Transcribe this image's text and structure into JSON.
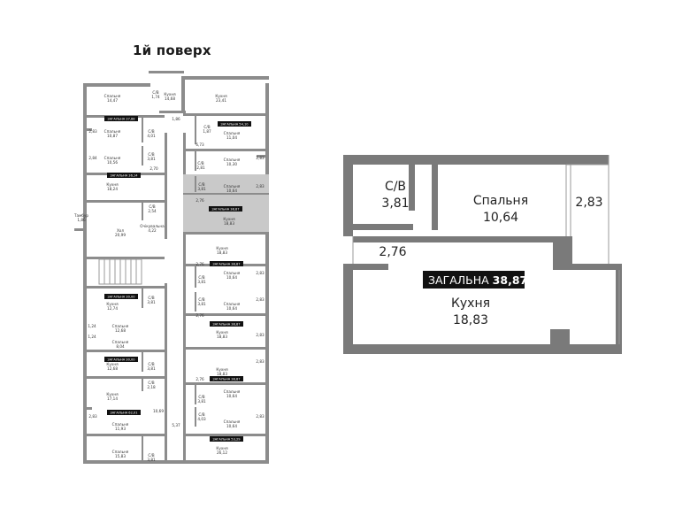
{
  "floor_title": "1й поверх",
  "detail": {
    "sv_label": "С/В",
    "sv_area": "3,81",
    "bedroom_label": "Спальня",
    "bedroom_area": "10,64",
    "balcony_dim": "2,83",
    "corridor_dim": "2,76",
    "total_label": "ЗАГАЛЬНА",
    "total_value": "38,87",
    "kitchen_label": "Кухня",
    "kitchen_area": "18,83"
  },
  "plan": {
    "rooms": [
      {
        "name": "Спальня",
        "area": "14,47"
      },
      {
        "name": "С/В",
        "area": "1,74"
      },
      {
        "name": "Кухня",
        "area": "14,68"
      },
      {
        "name": "Кухня",
        "area": "23,41"
      },
      {
        "name": "Спальня",
        "area": "10,87"
      },
      {
        "name": "С/В",
        "area": "4,01"
      },
      {
        "name": "С/В",
        "area": "1,87"
      },
      {
        "name": "Спальня",
        "area": "11,04"
      },
      {
        "name": "Спальня",
        "area": "10,56"
      },
      {
        "name": "С/В",
        "area": "3,81"
      },
      {
        "name": "С/В",
        "area": "2,81"
      },
      {
        "name": "Спальня",
        "area": "10,30"
      },
      {
        "name": "Кухня",
        "area": "18,24"
      },
      {
        "name": "С/В",
        "area": "3,81"
      },
      {
        "name": "Спальня",
        "area": "10,64"
      },
      {
        "name": "С/В",
        "area": "2,54"
      },
      {
        "name": "Кухня",
        "area": "18,83"
      },
      {
        "name": "Тамбур",
        "area": "1,86"
      },
      {
        "name": "Хол",
        "area": "20,99"
      },
      {
        "name": "Очікувальна",
        "area": "4,22"
      },
      {
        "name": "Кухня",
        "area": "18,83"
      },
      {
        "name": "Спальня",
        "area": "10,64"
      },
      {
        "name": "С/В",
        "area": "3,81"
      },
      {
        "name": "Кухня",
        "area": "12,74"
      },
      {
        "name": "С/В",
        "area": "3,81"
      },
      {
        "name": "С/В",
        "area": "3,81"
      },
      {
        "name": "Спальня",
        "area": "10,64"
      },
      {
        "name": "Спальня",
        "area": "12,68"
      },
      {
        "name": "Кухня",
        "area": "18,83"
      },
      {
        "name": "Спальня",
        "area": "8,04"
      },
      {
        "name": "Кухня",
        "area": "12,68"
      },
      {
        "name": "С/В",
        "area": "3,81"
      },
      {
        "name": "Кухня",
        "area": "18,83"
      },
      {
        "name": "С/В",
        "area": "2,18"
      },
      {
        "name": "Кухня",
        "area": "17,14"
      },
      {
        "name": "С/В",
        "area": "3,81"
      },
      {
        "name": "Спальня",
        "area": "10,64"
      },
      {
        "name": "Спальня",
        "area": "11,93"
      },
      {
        "name": "С/В",
        "area": "4,03"
      },
      {
        "name": "Спальня",
        "area": "10,64"
      },
      {
        "name": "Спальня",
        "area": "15,83"
      },
      {
        "name": "С/В",
        "area": "3,81"
      },
      {
        "name": "Кухня",
        "area": "26,12"
      }
    ],
    "dims": [
      "1,86",
      "2,83",
      "6,73",
      "2,83",
      "2,84",
      "2,70",
      "2,83",
      "2,76",
      "2,83",
      "2,76",
      "2,83",
      "2,83",
      "2,76",
      "2,83",
      "1,24",
      "1,24",
      "2,76",
      "10,69",
      "2,83",
      "2,83",
      "5,37"
    ],
    "badges": [
      {
        "label": "ЗАГАЛЬНА",
        "value": "37,88"
      },
      {
        "label": "ЗАГАЛЬНА",
        "value": "54,10"
      },
      {
        "label": "ЗАГАЛЬНА",
        "value": "36,14"
      },
      {
        "label": "ЗАГАЛЬНА",
        "value": "38,87"
      },
      {
        "label": "ЗАГАЛЬНА",
        "value": "38,87"
      },
      {
        "label": "ЗАГАЛЬНА",
        "value": "30,00"
      },
      {
        "label": "ЗАГАЛЬНА",
        "value": "38,87"
      },
      {
        "label": "ЗАГАЛЬНА",
        "value": "30,00"
      },
      {
        "label": "ЗАГАЛЬНА",
        "value": "38,87"
      },
      {
        "label": "ЗАГАЛЬНА",
        "value": "62,01"
      },
      {
        "label": "ЗАГАЛЬНА",
        "value": "53,29"
      }
    ]
  }
}
